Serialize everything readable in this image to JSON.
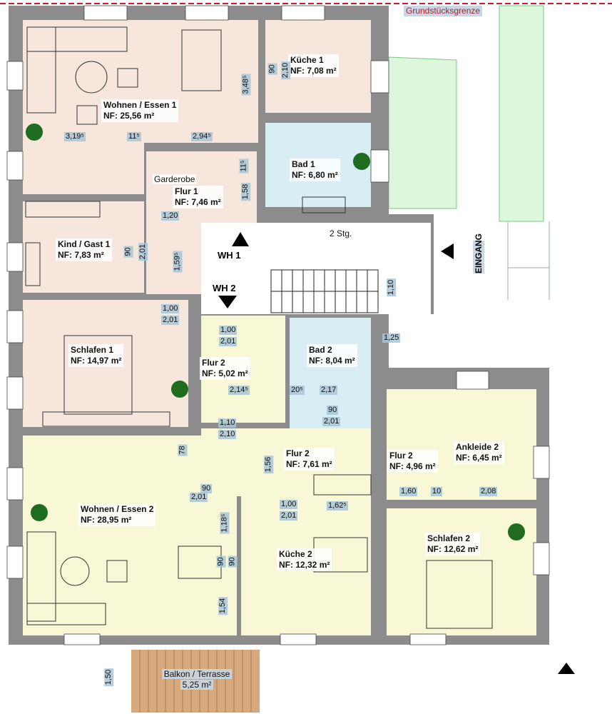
{
  "plot_boundary_label": "Grundstücksgrenze",
  "entrance_label": "EINGANG",
  "stairs_label": "2 Stg.",
  "wardrobe_label": "Garderobe",
  "unit_markers": [
    "WH 1",
    "WH 2"
  ],
  "rooms": [
    {
      "name": "Wohnen / Essen 1",
      "area": "NF: 25,56 m²"
    },
    {
      "name": "Küche 1",
      "area": "NF: 7,08 m²"
    },
    {
      "name": "Bad 1",
      "area": "NF: 6,80 m²"
    },
    {
      "name": "Flur 1",
      "area": "NF: 7,46 m²"
    },
    {
      "name": "Kind / Gast 1",
      "area": "NF: 7,83 m²"
    },
    {
      "name": "Schlafen 1",
      "area": "NF: 14,97 m²"
    },
    {
      "name": "Flur 2",
      "area": "NF: 5,02 m²"
    },
    {
      "name": "Bad 2",
      "area": "NF: 8,04 m²"
    },
    {
      "name": "Flur 2",
      "area": "NF: 7,61 m²"
    },
    {
      "name": "Flur 2",
      "area": "NF: 4,96 m²"
    },
    {
      "name": "Ankleide 2",
      "area": "NF: 6,45 m²"
    },
    {
      "name": "Wohnen / Essen 2",
      "area": "NF: 28,95 m²"
    },
    {
      "name": "Küche 2",
      "area": "NF: 12,32 m²"
    },
    {
      "name": "Schlafen 2",
      "area": "NF: 12,62 m²"
    },
    {
      "name": "Balkon / Terrasse",
      "area": "5,25 m²"
    }
  ],
  "dimensions": [
    "3,19⁵",
    "11⁵",
    "2,94⁵",
    "3,48⁵",
    "90",
    "2,10",
    "1,58",
    "11⁵",
    "1,20",
    "90",
    "2,01",
    "1,59⁵",
    "1,00",
    "2,01",
    "1,10",
    "1,00",
    "2,01",
    "2,14⁵",
    "1,25",
    "20⁵",
    "2,17",
    "90",
    "2,01",
    "1,10",
    "2,10",
    "78",
    "1,56",
    "90",
    "2,01",
    "1,18⁵",
    "1,00",
    "2,01",
    "1,62⁵",
    "1,60",
    "10",
    "2,08",
    "90",
    "90",
    "1,54",
    "1,50"
  ],
  "colors": {
    "wall": "#8c8c8c",
    "living": "#f6e6dc",
    "unit2": "#f8f7d6",
    "bath": "#d9eef4",
    "circulation": "#ffffff",
    "balcony": "#d6a87c",
    "garden": "#dcf7dc",
    "dim_tag": "#a8c4d6",
    "boundary": "#d61a2c",
    "plant": "#1f6b1f"
  }
}
